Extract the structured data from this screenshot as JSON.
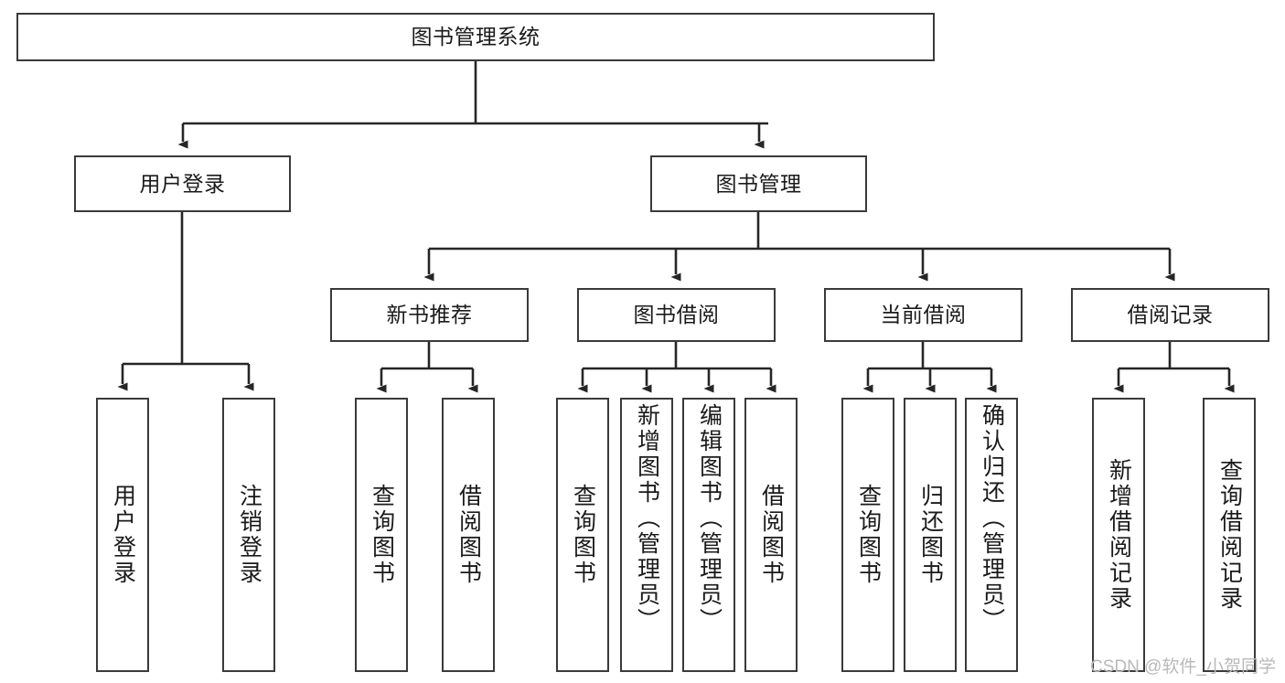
{
  "diagram": {
    "type": "tree-structure-chart",
    "title": "图书管理系统",
    "watermark": "CSDN @软件_小贺同学",
    "colors": {
      "node_border": "#3a3a3a",
      "node_fill": "#ffffff",
      "edge": "#262626",
      "text": "#1a1a1a",
      "watermark": "#b9b9b9"
    },
    "nodes": {
      "root": {
        "label": "图书管理系统"
      },
      "level2": [
        {
          "id": "user-login",
          "label": "用户登录"
        },
        {
          "id": "book-manage",
          "label": "图书管理"
        }
      ],
      "level3": [
        {
          "id": "new-book-recommend",
          "label": "新书推荐"
        },
        {
          "id": "book-borrow",
          "label": "图书借阅"
        },
        {
          "id": "current-borrow",
          "label": "当前借阅"
        },
        {
          "id": "borrow-record",
          "label": "借阅记录"
        }
      ],
      "leaves": [
        {
          "id": "leaf-user-login",
          "label": "用户登录",
          "parent": "user-login"
        },
        {
          "id": "leaf-logout-login",
          "label": "注销登录",
          "parent": "user-login"
        },
        {
          "id": "leaf-query-book-1",
          "label": "查询图书",
          "parent": "new-book-recommend"
        },
        {
          "id": "leaf-borrow-book-1",
          "label": "借阅图书",
          "parent": "new-book-recommend"
        },
        {
          "id": "leaf-query-book-2",
          "label": "查询图书",
          "parent": "book-borrow"
        },
        {
          "id": "leaf-add-book",
          "label": "新增图书（管理员）",
          "parent": "book-borrow"
        },
        {
          "id": "leaf-edit-book",
          "label": "编辑图书（管理员）",
          "parent": "book-borrow"
        },
        {
          "id": "leaf-borrow-book-2",
          "label": "借阅图书",
          "parent": "book-borrow"
        },
        {
          "id": "leaf-query-book-3",
          "label": "查询图书",
          "parent": "current-borrow"
        },
        {
          "id": "leaf-return-book",
          "label": "归还图书",
          "parent": "current-borrow"
        },
        {
          "id": "leaf-confirm-return",
          "label": "确认归还（管理员）",
          "parent": "current-borrow"
        },
        {
          "id": "leaf-add-record",
          "label": "新增借阅记录",
          "parent": "borrow-record"
        },
        {
          "id": "leaf-query-record",
          "label": "查询借阅记录",
          "parent": "borrow-record"
        }
      ]
    }
  }
}
